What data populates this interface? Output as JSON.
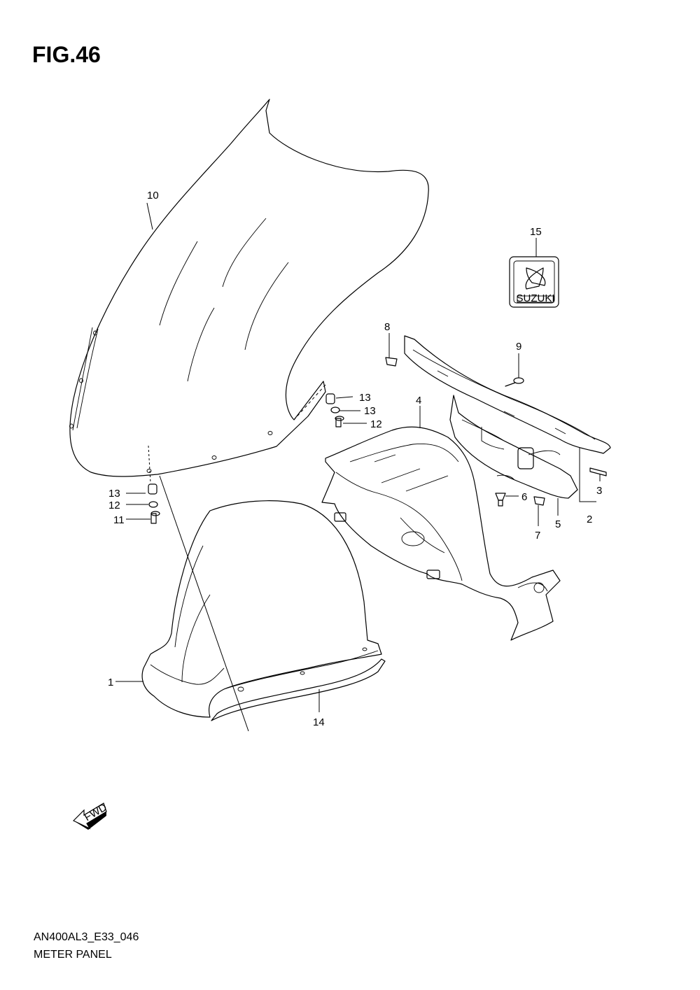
{
  "figure": {
    "title": "FIG.46",
    "code": "AN400AL3_E33_046",
    "name": "METER PANEL"
  },
  "callouts": [
    {
      "id": "c1",
      "label": "1"
    },
    {
      "id": "c2",
      "label": "2"
    },
    {
      "id": "c3",
      "label": "3"
    },
    {
      "id": "c4",
      "label": "4"
    },
    {
      "id": "c5",
      "label": "5"
    },
    {
      "id": "c6",
      "label": "6"
    },
    {
      "id": "c7",
      "label": "7"
    },
    {
      "id": "c8",
      "label": "8"
    },
    {
      "id": "c9",
      "label": "9"
    },
    {
      "id": "c10",
      "label": "10"
    },
    {
      "id": "c11a",
      "label": "11"
    },
    {
      "id": "c11b",
      "label": "11"
    },
    {
      "id": "c12a",
      "label": "12"
    },
    {
      "id": "c12b",
      "label": "12"
    },
    {
      "id": "c13a",
      "label": "13"
    },
    {
      "id": "c13b",
      "label": "13"
    },
    {
      "id": "c14",
      "label": "14"
    },
    {
      "id": "c15",
      "label": "15"
    }
  ],
  "emblem": {
    "text": "SUZUKI"
  },
  "fwd_arrow": {
    "text": "FWD"
  }
}
